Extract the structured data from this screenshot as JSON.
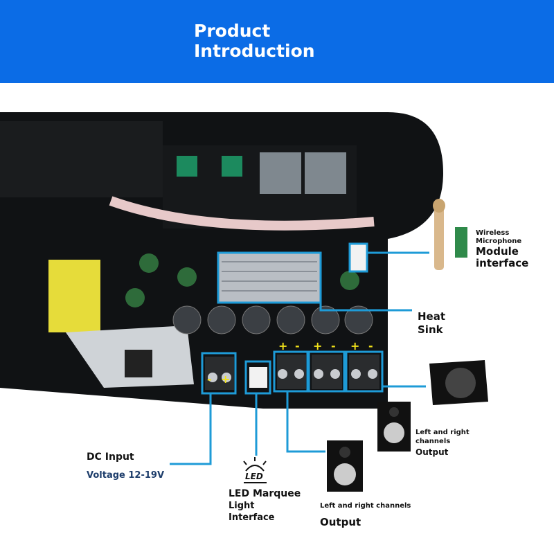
{
  "header": {
    "title_line1": "Product",
    "title_line2": "Introduction"
  },
  "colors": {
    "header": "#0b6ce6",
    "callout": "#1e9bd7",
    "board": "#101214"
  },
  "labels": {
    "wireless_small1": "Wireless",
    "wireless_small2": "Microphone",
    "wireless_big1": "Module",
    "wireless_big2": "interface",
    "heat1": "Heat",
    "heat2": "Sink",
    "dc_title": "DC Input",
    "dc_voltage": "Voltage 12-19V",
    "led_icon_text": "LED",
    "led1": "LED Marquee",
    "led2": "Light",
    "led3": "Interface",
    "out_right_small": "Left and right",
    "out_right_small2": "channels",
    "out_right_big": "Output",
    "out_bottom_small": "Left and right channels",
    "out_bottom_big": "Output"
  },
  "terminal_signs": [
    "+",
    "-",
    "+",
    "-",
    "+",
    "-"
  ],
  "dc_signs": [
    "-",
    "+"
  ]
}
